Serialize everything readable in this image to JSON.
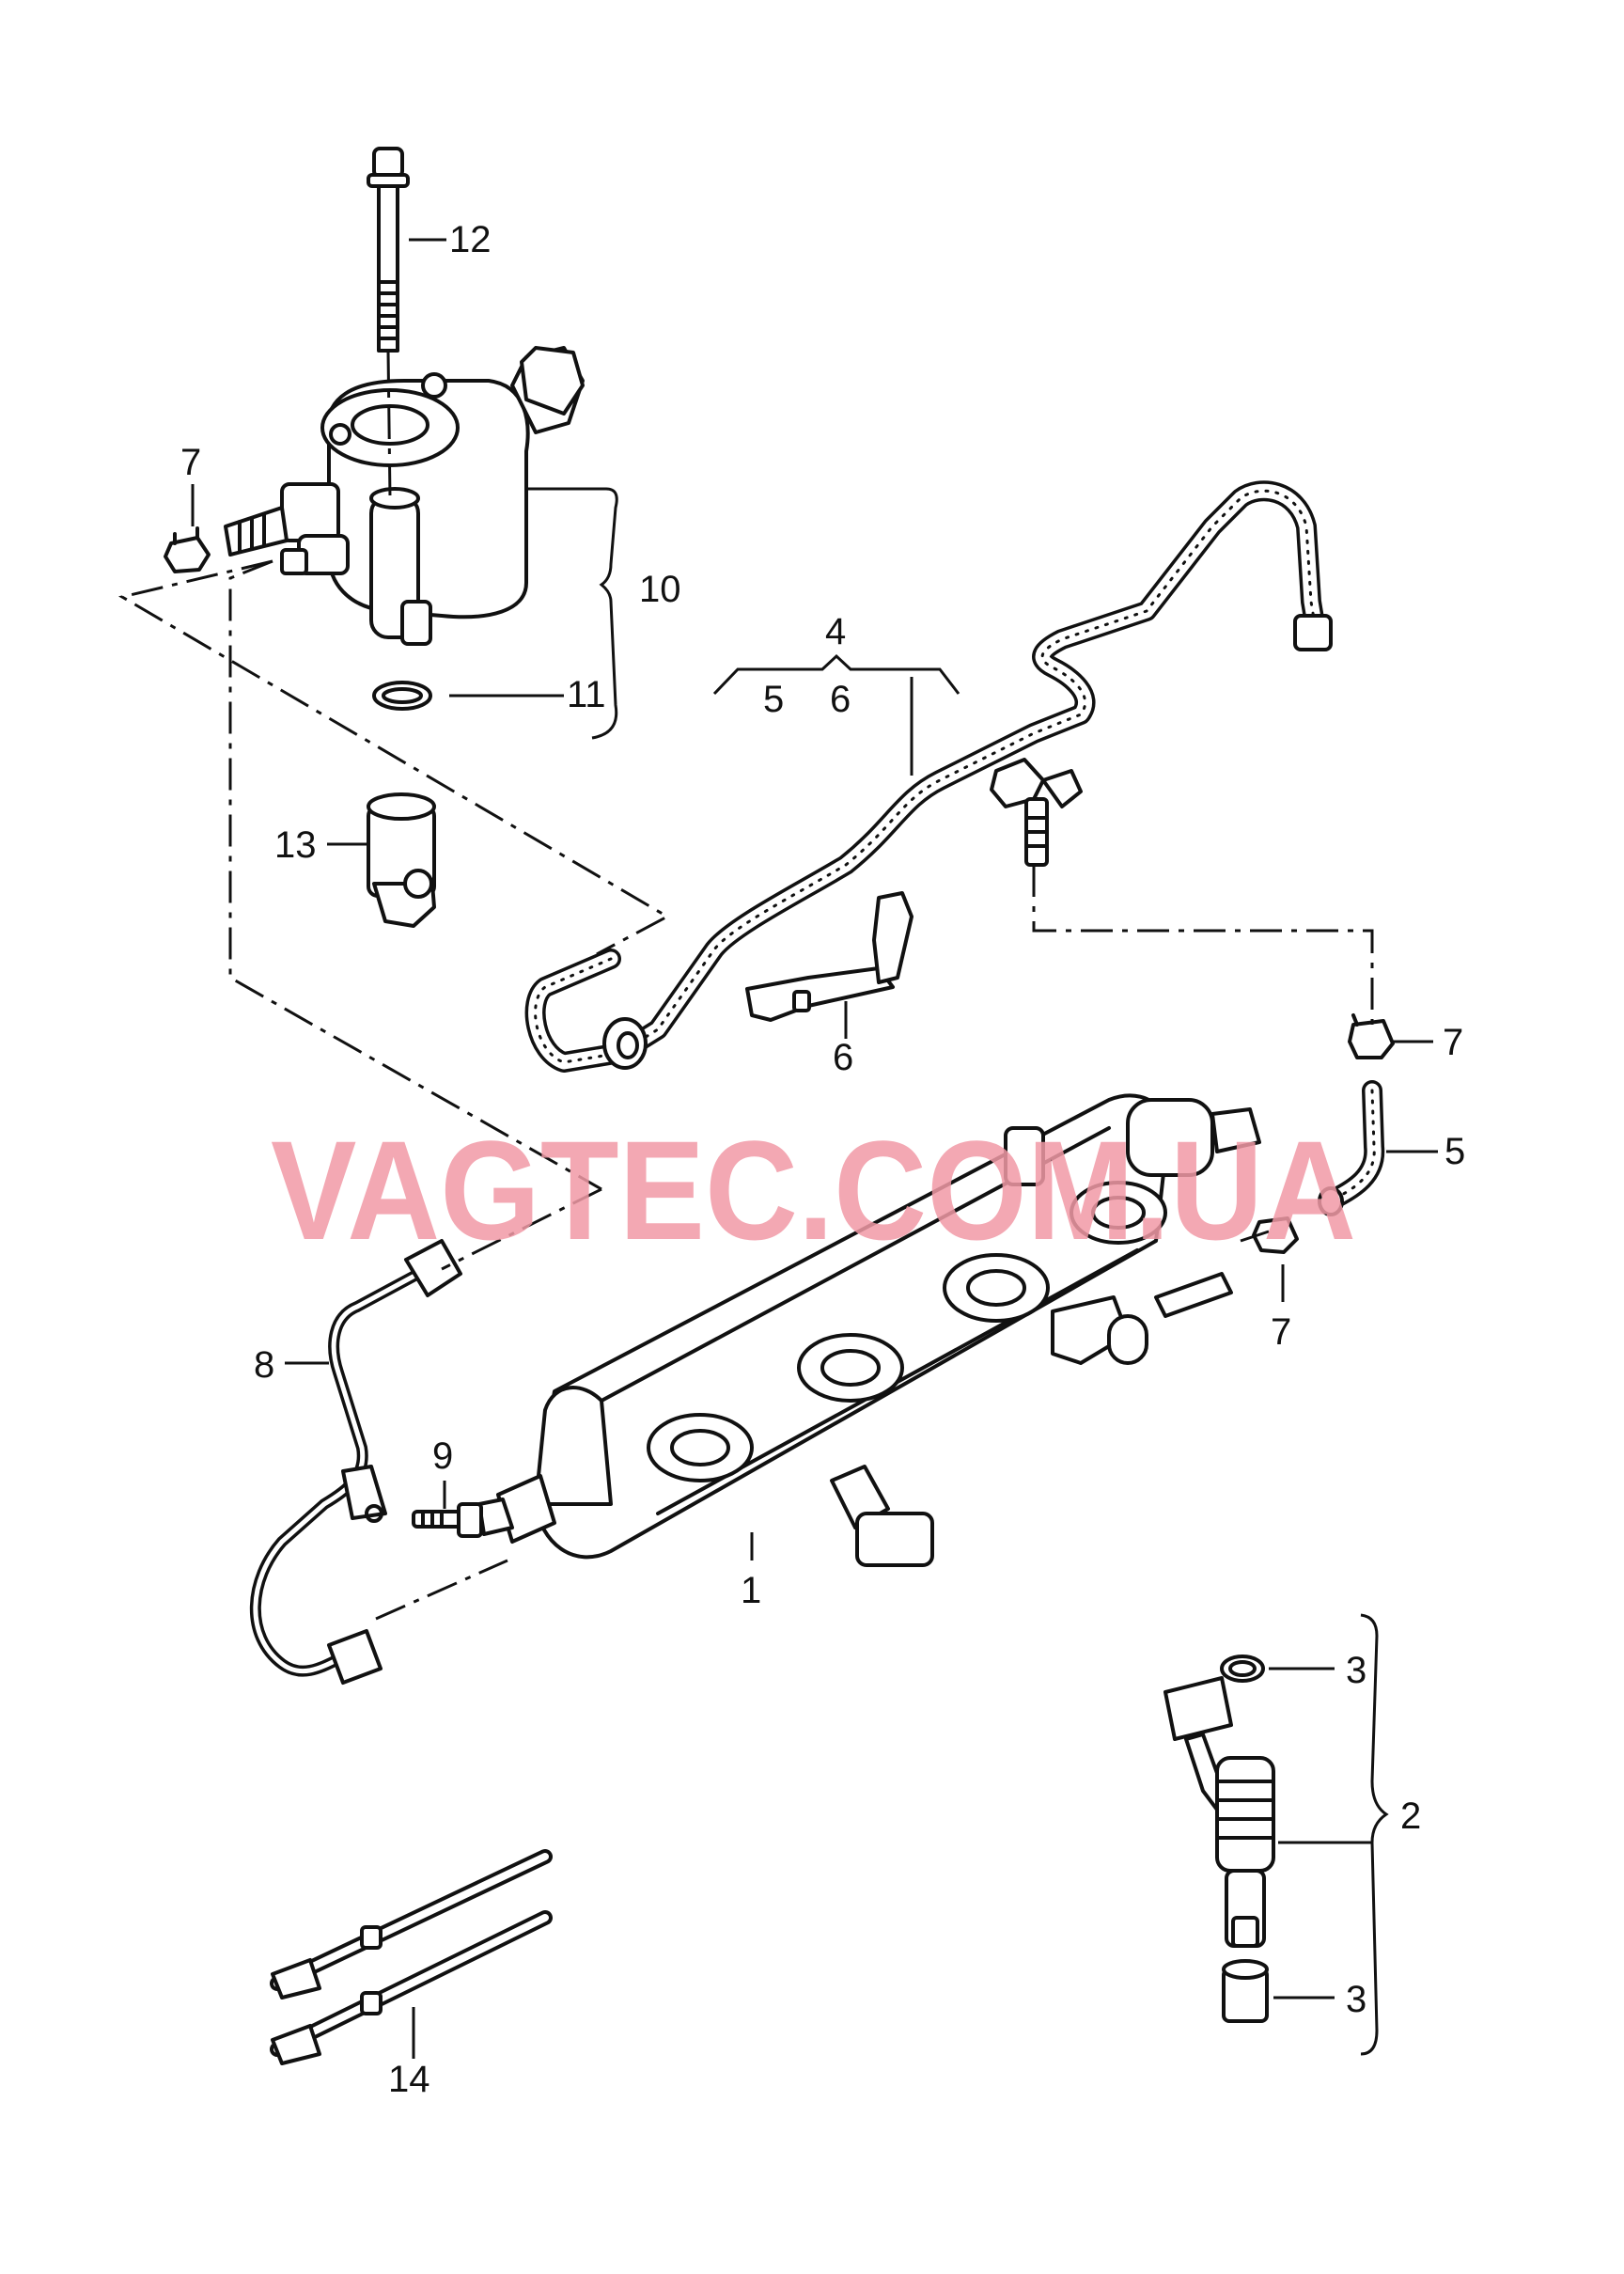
{
  "watermark": "VAGTEC.COM.UA",
  "callouts": {
    "c1": "1",
    "c2": "2",
    "c3a": "3",
    "c3b": "3",
    "c4": "4",
    "c5a": "5",
    "c5b": "5",
    "c6a": "6",
    "c6b": "6",
    "c7a": "7",
    "c7b": "7",
    "c7c": "7",
    "c8": "8",
    "c9": "9",
    "c10": "10",
    "c11": "11",
    "c12": "12",
    "c13": "13",
    "c14": "14"
  },
  "colors": {
    "line": "#111111",
    "watermark": "#f19aa6",
    "background": "#ffffff"
  }
}
